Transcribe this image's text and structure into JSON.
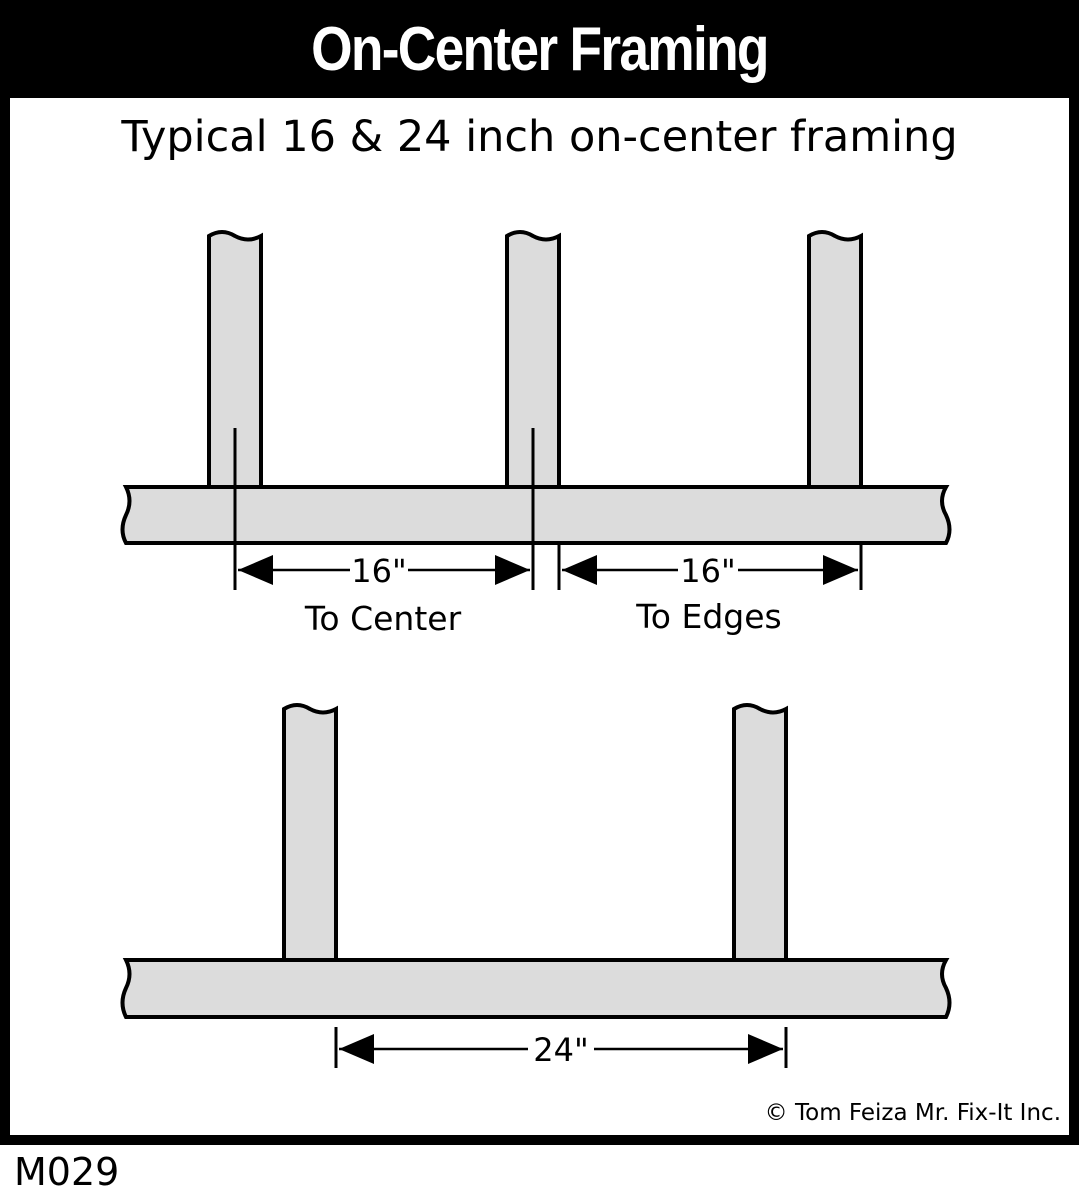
{
  "title": "On-Center Framing",
  "subtitle": "Typical 16 & 24 inch on-center framing",
  "top_diagram": {
    "dim_center_value": "16\"",
    "dim_center_label": "To Center",
    "dim_edges_value": "16\"",
    "dim_edges_label": "To Edges"
  },
  "bottom_diagram": {
    "dim_value": "24\""
  },
  "credit": "© Tom Feiza Mr. Fix-It Inc.",
  "code": "M029",
  "colors": {
    "lumber": "#dcdcdc",
    "ink": "#000000"
  }
}
